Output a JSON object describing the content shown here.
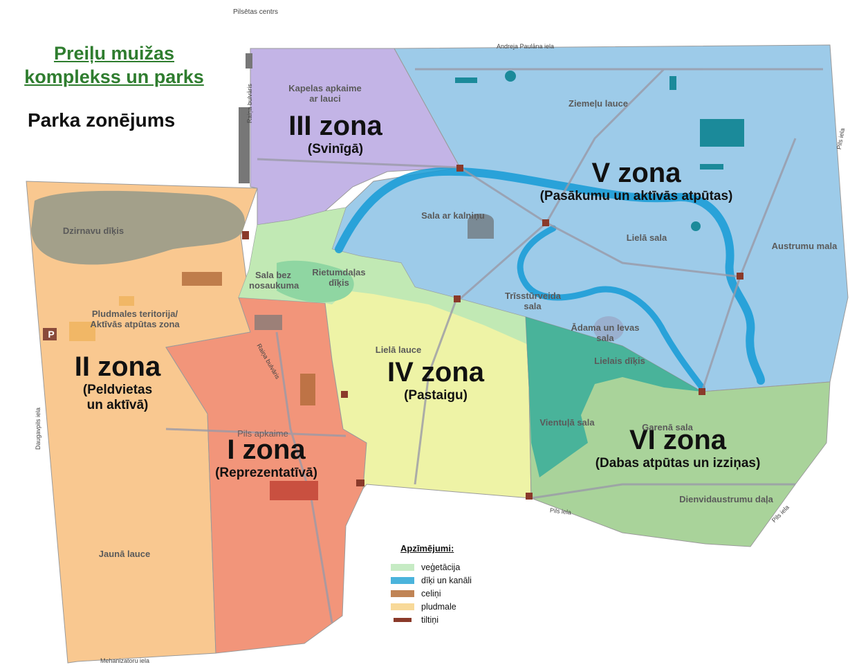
{
  "title_line1": "Preiļu muižas",
  "title_line2": "komplekss un parks",
  "subtitle": "Parka zonējums",
  "top_label": "Pilsētas centrs",
  "zones": [
    {
      "id": "I",
      "name": "I zona",
      "desc": "(Reprezentatīvā)",
      "color": "#f2957a"
    },
    {
      "id": "II",
      "name": "II zona",
      "desc": "(Peldvietas\nun aktīvā)",
      "color": "#f9c890"
    },
    {
      "id": "III",
      "name": "III zona",
      "desc": "(Svinīgā)",
      "color": "#c3b4e6"
    },
    {
      "id": "IV",
      "name": "IV zona",
      "desc": "(Pastaigu)",
      "color": "#eef3a6"
    },
    {
      "id": "V",
      "name": "V zona",
      "desc": "(Pasākumu un aktīvās atpūtas)",
      "color": "#9dcbe9"
    },
    {
      "id": "VI",
      "name": "VI zona",
      "desc": "(Dabas atpūtas un izziņas)",
      "color": "#a9d39a"
    }
  ],
  "places": {
    "kapelas": "Kapelas apkaime\nar lauci",
    "ziemelu": "Ziemeļu lauce",
    "sala_kalninu": "Sala ar kalniņu",
    "liela_sala": "Lielā sala",
    "austrumu": "Austrumu mala",
    "dzirnavu": "Dzirnavu dīķis",
    "sala_bez": "Sala bez\nnosaukuma",
    "rietumdalas": "Rietumdaļas\ndīķis",
    "pludmales": "Pludmales teritorija/\nAktīvās atpūtas zona",
    "trissturveida": "Trīsstūrveida\nsala",
    "adama": "Ādama un Ievas\nsala",
    "lielais_dikis": "Lielais dīķis",
    "liela_lauce": "Lielā lauce",
    "vientula": "Vientuļā sala",
    "garena": "Garenā sala",
    "dienvidaustrumu": "Dienvidaustrumu daļa",
    "pils_apkaime": "Pils apkaime",
    "jauna_lauce": "Jaunā lauce"
  },
  "streets": {
    "andreja": "Andreja Paulāna iela",
    "raina1": "Raiņa bulvāris",
    "raina2": "Raiņa bulvāris",
    "daugavpils": "Daugavpils iela",
    "mehanizatoru": "Mehanizatoru iela",
    "pils1": "Pils iela",
    "pils2": "Pils iela",
    "pils3": "Pils iela"
  },
  "parking": "P",
  "legend": {
    "title": "Apzīmējumi:",
    "items": [
      {
        "label": "veģetācija",
        "color": "#c6ebc4"
      },
      {
        "label": "dīķi un kanāli",
        "color": "#4bb4dc"
      },
      {
        "label": "celiņi",
        "color": "#c08455"
      },
      {
        "label": "pludmale",
        "color": "#f8d999"
      },
      {
        "label": "tiltiņi",
        "color": "#8a3a2a"
      }
    ]
  }
}
